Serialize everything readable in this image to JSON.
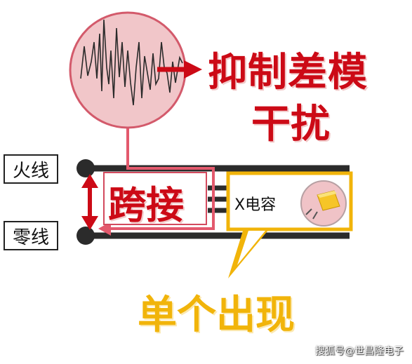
{
  "labels": {
    "live_wire": "火线",
    "neutral_wire": "零线",
    "suppress_line1": "抑制差模",
    "suppress_line2": "干扰",
    "bridge": "跨接",
    "capacitor": "X电容",
    "single": "单个出现",
    "watermark": "搜狐号@世昌隆电子"
  },
  "colors": {
    "red_text": "#cc0a16",
    "yellow_text": "#f1b40a",
    "bubble_fill": "#f1c6c9",
    "bubble_stroke": "#d35a6b",
    "wire": "#2b2b2b",
    "pink_line": "#e3596d"
  },
  "icons": {
    "waveform": "noise-waveform-icon",
    "capacitor": "capacitor-icon",
    "arrow": "right-arrow-icon"
  }
}
